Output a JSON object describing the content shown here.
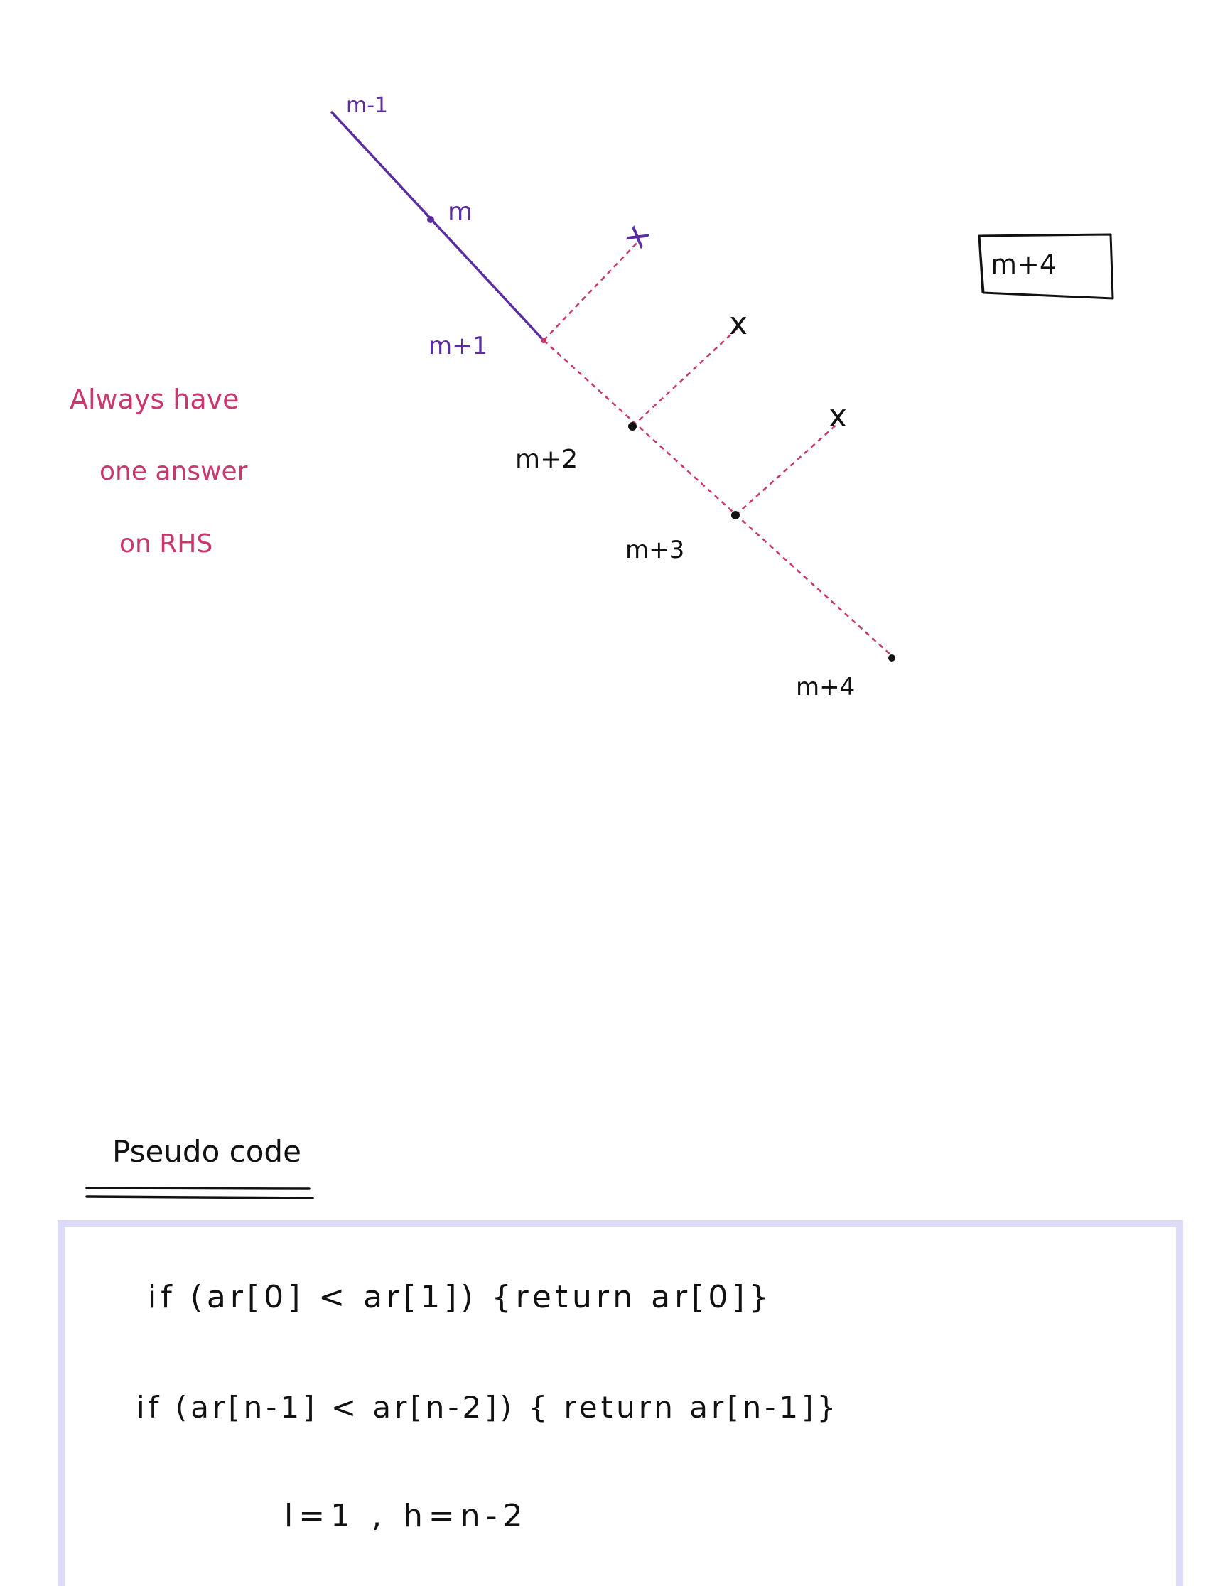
{
  "diagram": {
    "labels": {
      "m_minus_1": "m-1",
      "m": "m",
      "m_plus_1": "m+1",
      "m_plus_2": "m+2",
      "m_plus_3": "m+3",
      "m_plus_4": "m+4",
      "x_mark": "x",
      "boxed_answer": "m+4"
    },
    "note_lines": [
      "Always have",
      "one answer",
      "on RHS"
    ]
  },
  "pseudo": {
    "heading": "Pseudo code",
    "lines": [
      "if (ar[0] < ar[1]) {return ar[0]}",
      "if (ar[n-1] < ar[n-2]) { return ar[n-1]}",
      "l=1 , h=n-2"
    ]
  },
  "colors": {
    "purple": "#5b2d9e",
    "pink": "#c8386f",
    "ink": "#111111",
    "box_border": "#dcdcf8"
  }
}
